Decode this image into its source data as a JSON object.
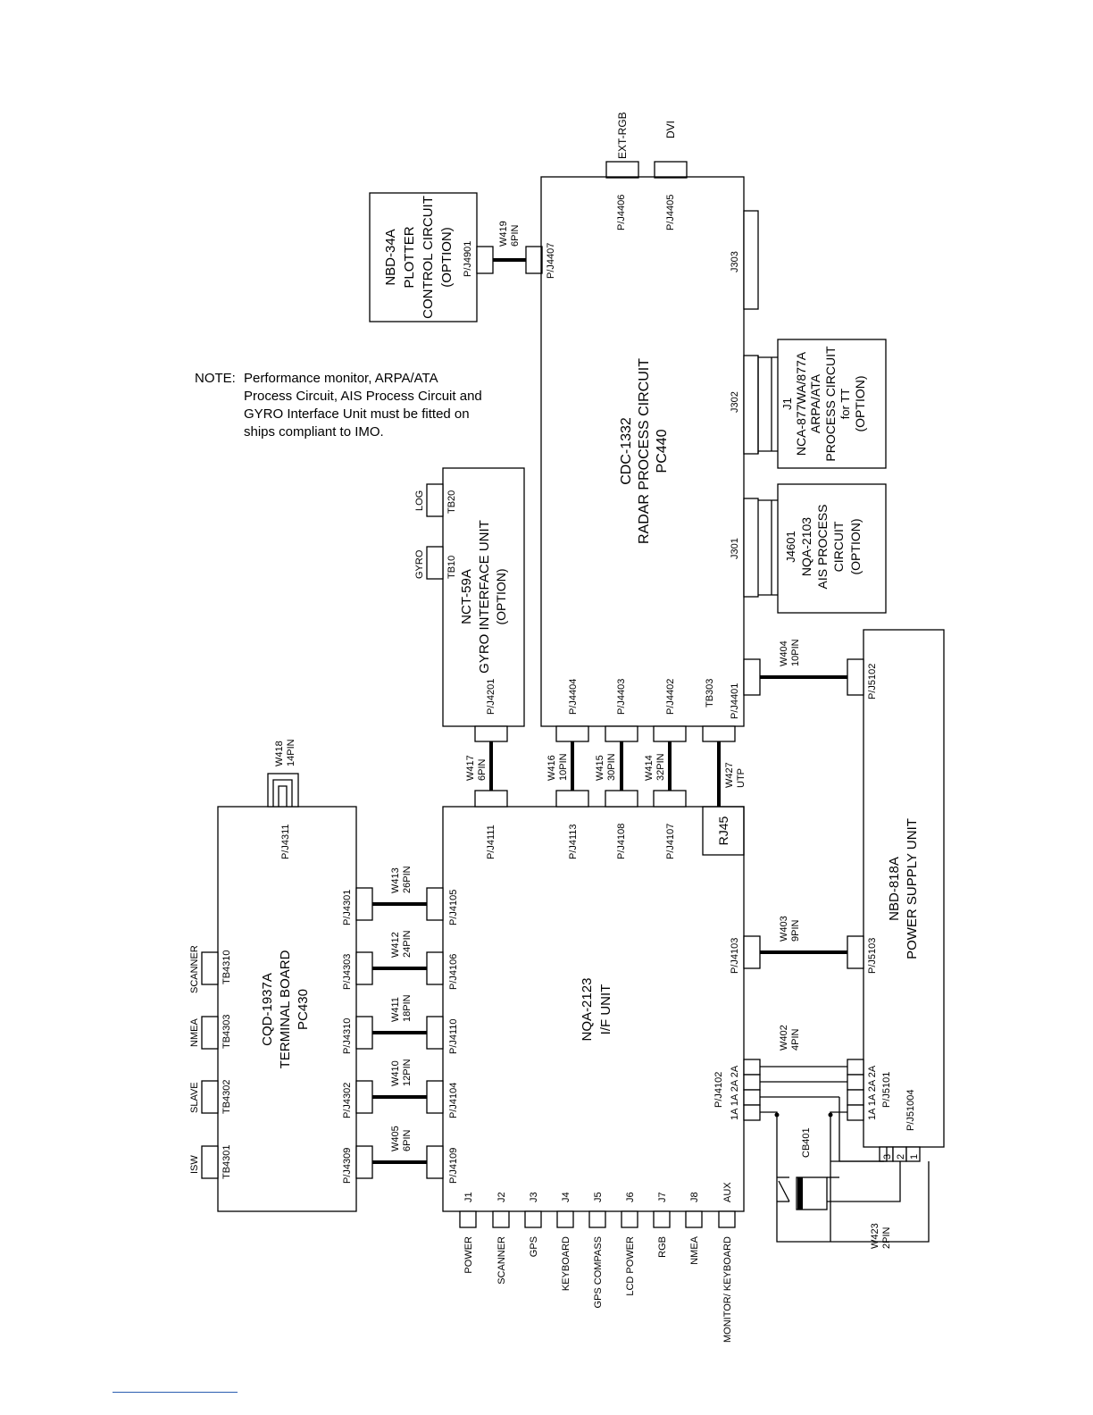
{
  "note": {
    "lead": "NOTE:",
    "lines": [
      "Performance monitor, ARPA/ATA",
      "Process Circuit, AIS Process Circuit and",
      "GYRO Interface Unit must be fitted on",
      "ships compliant to IMO."
    ]
  },
  "units": {
    "plotter": {
      "lines": [
        "NBD-34A",
        "PLOTTER",
        "CONTROL CIRCUIT",
        "(OPTION)"
      ],
      "port": "P/J4901"
    },
    "radar": {
      "lines": [
        "CDC-1332",
        "RADAR PROCESS CIRCUIT",
        "PC440"
      ],
      "ports": [
        "P/J4407",
        "P/J4406",
        "P/J4405",
        "J303",
        "J302",
        "J301",
        "P/J4404",
        "P/J4403",
        "P/J4402",
        "TB303",
        "P/J4401"
      ]
    },
    "top_connectors": [
      "EXT-RGB",
      "DVI"
    ],
    "arpa": {
      "lines": [
        "J1",
        "NCA-877WA/877A",
        "ARPA/ATA",
        "PROCESS CIRCUIT",
        "for TT",
        "(OPTION)"
      ]
    },
    "ais": {
      "lines": [
        "J4601",
        "NQA-2103",
        "AIS PROCESS",
        "CIRCUIT",
        "(OPTION)"
      ]
    },
    "gyro": {
      "lines": [
        "NCT-59A",
        "GYRO INTERFACE UNIT",
        "(OPTION)"
      ],
      "ports": [
        "TB10",
        "TB20",
        "P/J4201"
      ],
      "inputs": [
        "GYRO",
        "LOG"
      ]
    },
    "terminal": {
      "lines": [
        "CQD-1937A",
        "TERMINAL BOARD",
        "PC430"
      ],
      "top_ports": [
        "TB4310",
        "TB4303",
        "TB4302",
        "TB4301"
      ],
      "top_labels": [
        "SCANNER",
        "NMEA",
        "SLAVE",
        "ISW"
      ],
      "right_ports": [
        "P/J4301",
        "P/J4303",
        "P/J4310",
        "P/J4302",
        "P/J4309"
      ],
      "port_top": "P/J4311"
    },
    "iface": {
      "lines": [
        "NQA-2123",
        "I/F UNIT"
      ],
      "top_ports": [
        "P/J4111",
        "P/J4113",
        "P/J4108",
        "P/J4107"
      ],
      "left_ports": [
        "P/J4105",
        "P/J4106",
        "P/J4110",
        "P/J4104",
        "P/J4109"
      ],
      "right_ports": [
        "P/J4103",
        "P/J4102",
        "1A 1A 2A 2A"
      ],
      "rj45": "RJ45",
      "bottom_ports": [
        "J1",
        "J2",
        "J3",
        "J4",
        "J5",
        "J6",
        "J7",
        "J8",
        "AUX"
      ],
      "bottom_labels": [
        "POWER",
        "SCANNER",
        "GPS",
        "KEYBOARD",
        "GPS COMPASS",
        "LCD POWER",
        "RGB",
        "NMEA",
        "MONITOR/ KEYBOARD"
      ]
    },
    "psu": {
      "lines": [
        "NBD-818A",
        "POWER SUPPLY UNIT"
      ],
      "ports": [
        "P/J5102",
        "P/J5103",
        "1A 1A 2A 2A",
        "P/J5101",
        "P/J51004"
      ],
      "pins": [
        "3",
        "2",
        "1"
      ]
    },
    "breaker": "CB401"
  },
  "wires": [
    {
      "id": "W419",
      "spec": "6PIN"
    },
    {
      "id": "W404",
      "spec": "10PIN"
    },
    {
      "id": "W418",
      "spec": "14PIN"
    },
    {
      "id": "W417",
      "spec": "6PIN"
    },
    {
      "id": "W416",
      "spec": "10PIN"
    },
    {
      "id": "W415",
      "spec": "30PIN"
    },
    {
      "id": "W414",
      "spec": "32PIN"
    },
    {
      "id": "W427",
      "spec": "UTP"
    },
    {
      "id": "W413",
      "spec": "26PIN"
    },
    {
      "id": "W412",
      "spec": "24PIN"
    },
    {
      "id": "W411",
      "spec": "18PIN"
    },
    {
      "id": "W410",
      "spec": "12PIN"
    },
    {
      "id": "W405",
      "spec": "6PIN"
    },
    {
      "id": "W403",
      "spec": "9PIN"
    },
    {
      "id": "W402",
      "spec": "4PIN"
    },
    {
      "id": "W423",
      "spec": "2PIN"
    }
  ]
}
